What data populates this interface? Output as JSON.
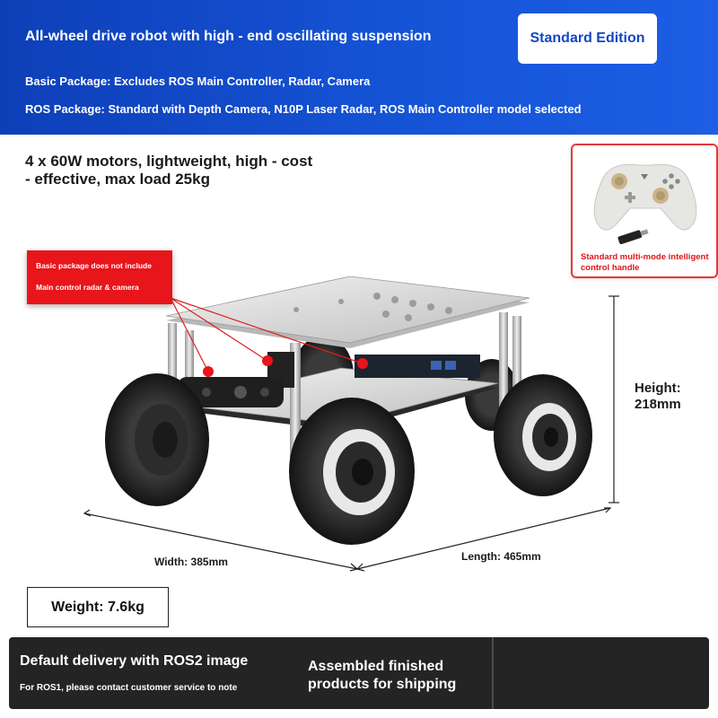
{
  "banner": {
    "title": "All-wheel drive robot with high - end oscillating suspension",
    "edition_badge": "Standard Edition",
    "basic_package": "Basic Package: Excludes ROS Main Controller, Radar, Camera",
    "ros_package": "ROS Package: Standard with Depth Camera, N10P Laser Radar, ROS Main Controller model selected"
  },
  "features": {
    "motors": "4 x 60W motors, lightweight, high - cost - effective, max load 25kg"
  },
  "callout": {
    "line1": "Basic package does not include",
    "line2": "Main control radar & camera"
  },
  "controller": {
    "caption": "Standard multi-mode intelligent control handle"
  },
  "dimensions": {
    "height": "Height: 218mm",
    "width": "Width: 385mm",
    "length": "Length: 465mm",
    "weight": "Weight: 7.6kg"
  },
  "footer": {
    "left_title": "Default delivery with ROS2 image",
    "left_note": "For ROS1, please contact customer service to note",
    "right_text": "Assembled finished products for shipping"
  },
  "colors": {
    "banner_blue": "#1553d6",
    "callout_red": "#e8151b",
    "caption_red": "#e01515",
    "footer_dark": "#242424"
  }
}
